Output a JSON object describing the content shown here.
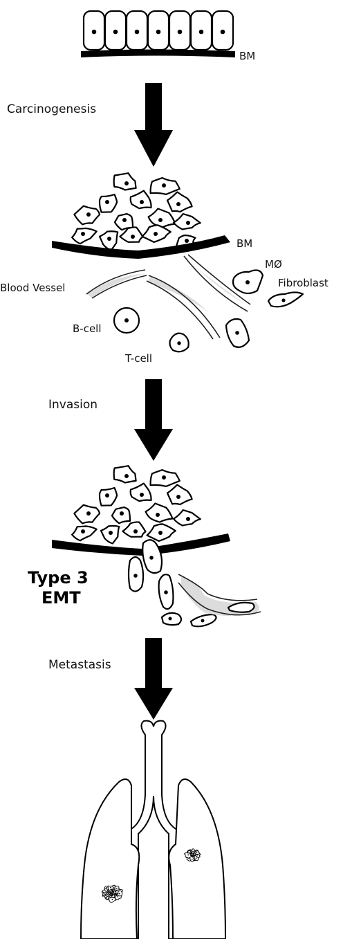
{
  "labels": {
    "bm_top": "BM",
    "carcinogenesis": "Carcinogenesis",
    "bm_middle": "BM",
    "macrophage": "MØ",
    "fibroblast": "Fibroblast",
    "blood_vessel": "Blood Vessel",
    "b_cell": "B-cell",
    "t_cell": "T-cell",
    "invasion": "Invasion",
    "type3_line1": "Type 3",
    "type3_line2": "EMT",
    "metastasis": "Metastasis"
  },
  "colors": {
    "ink": "#000000",
    "vessel_shade": "#dcdcdc",
    "background": "#ffffff"
  }
}
